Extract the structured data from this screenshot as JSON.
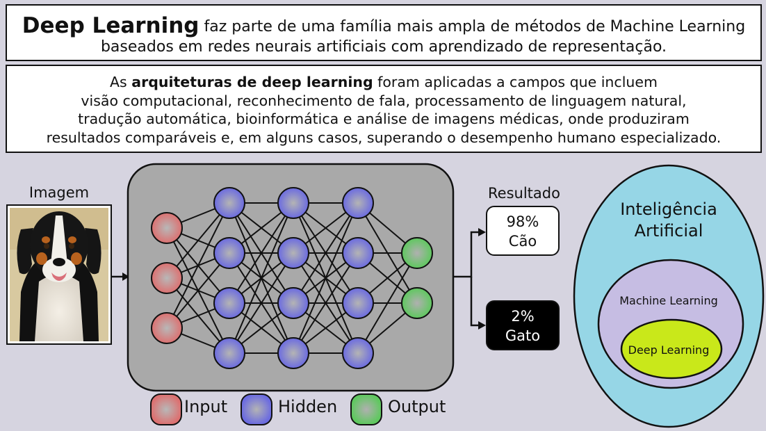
{
  "header": {
    "title_bold": "Deep Learning",
    "title_rest": " faz parte de uma família mais ampla de métodos de Machine Learning",
    "title_line2": "baseados em redes neurais artificiais com aprendizado de representação."
  },
  "architectures": {
    "prefix": "As ",
    "bold": "arquiteturas de deep learning",
    "suffix": " foram aplicadas a campos que incluem",
    "line2": "visão computacional, reconhecimento de fala, processamento de linguagem natural,",
    "line3": "tradução automática, bioinformática e análise de imagens médicas, onde produziram",
    "line4": "resultados comparáveis e, em alguns casos, superando o desempenho humano especializado."
  },
  "image_label": "Imagem",
  "result": {
    "label": "Resultado",
    "dog_percent": "98%",
    "dog_class": "Cão",
    "cat_percent": "2%",
    "cat_class": "Gato"
  },
  "legend": {
    "input": "Input",
    "hidden": "Hidden",
    "output": "Output"
  },
  "network": {
    "layers": [
      3,
      4,
      4,
      4,
      2
    ]
  },
  "venn": {
    "outer": "Inteligência Artificial",
    "middle": "Machine Learning",
    "inner": "Deep Learning"
  },
  "colors": {
    "input_node": "#dc7070",
    "hidden_node": "#6b6be0",
    "output_node": "#5ec85e",
    "network_bg": "#a9a9a9",
    "venn_outer": "#96d6e6",
    "venn_middle": "#c6bde3",
    "venn_inner": "#c9e81a",
    "page_bg": "#d6d4e0"
  }
}
